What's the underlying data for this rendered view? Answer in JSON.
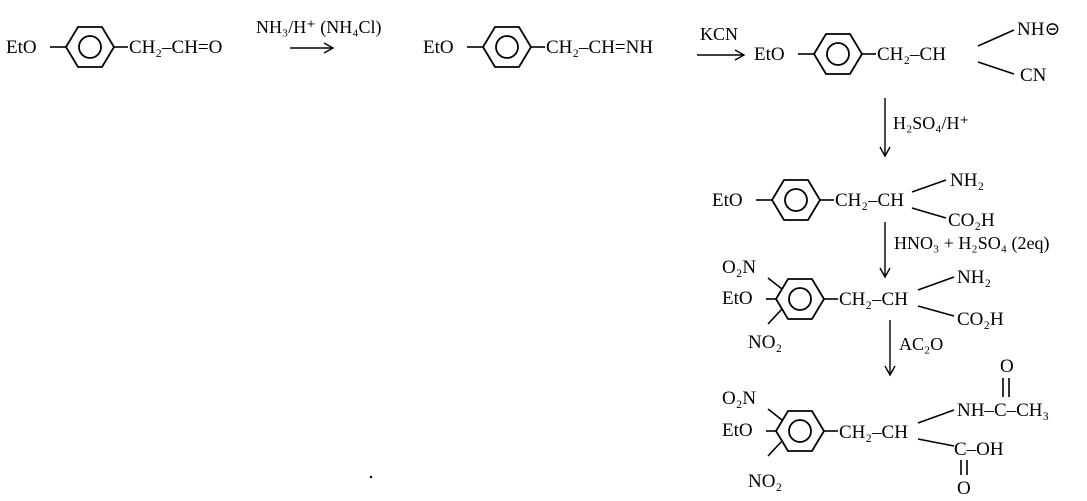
{
  "molecules": {
    "m1": {
      "left": "EtO",
      "chain": "CH₂–CH=O"
    },
    "m2": {
      "left": "EtO",
      "chain": "CH₂–CH=NH"
    },
    "m3": {
      "left": "EtO",
      "chain": "CH₂–CH",
      "branch_top": "NH⊝",
      "branch_bottom": "CN"
    },
    "m4": {
      "left": "EtO",
      "chain": "CH₂–CH",
      "branch_top": "NH₂",
      "branch_bottom": "CO₂H"
    },
    "m5": {
      "nitro_top": "O₂N",
      "left": "EtO",
      "nitro_bottom": "NO₂",
      "chain": "CH₂–CH",
      "branch_top": "NH₂",
      "branch_bottom": "CO₂H"
    },
    "m6": {
      "nitro_top": "O₂N",
      "left": "EtO",
      "nitro_bottom": "NO₂",
      "chain": "CH₂–CH",
      "branch_top": "NH–C–CH₃",
      "carbonyl_o": "O",
      "branch_bottom": "C–OH",
      "carboxyl_o": "O"
    }
  },
  "reagents": {
    "step1": "NH₃/H⁺ (NH₄Cl)",
    "step2": "KCN",
    "step3": "H₂SO₄/H⁺",
    "step4": "HNO₃ + H₂SO₄ (2eq)",
    "step5": "AC₂O"
  }
}
